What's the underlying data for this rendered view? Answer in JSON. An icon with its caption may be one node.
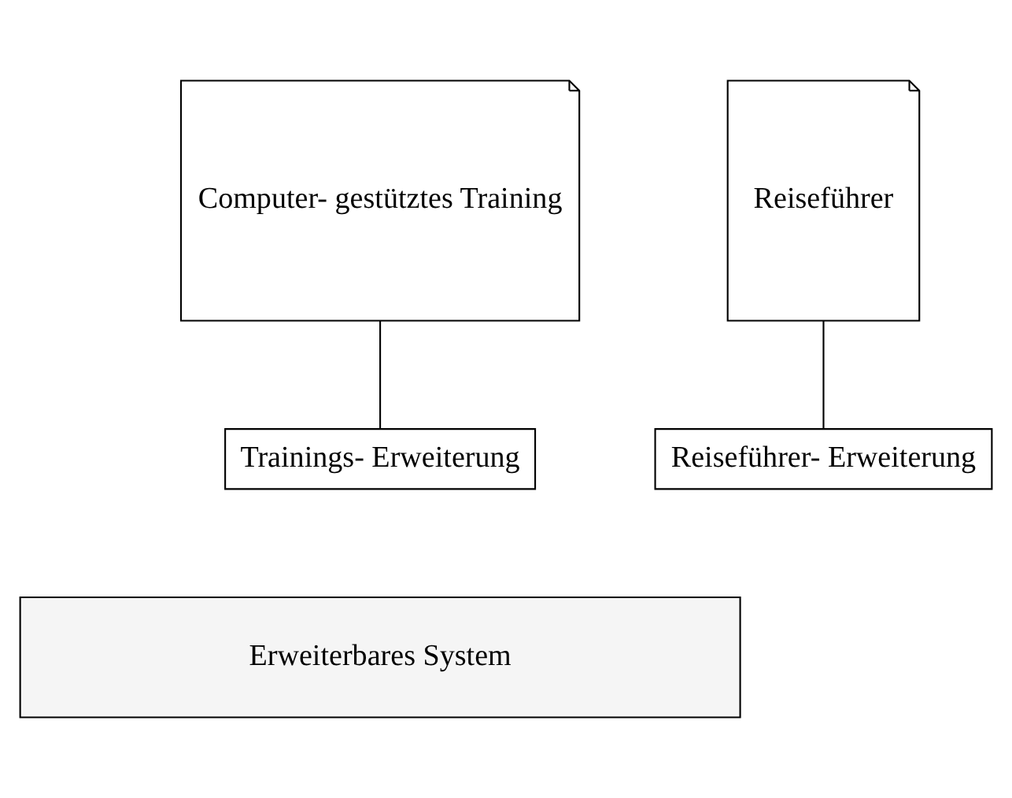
{
  "diagram": {
    "nodes": [
      {
        "text": [
          "Computer- gestütztes Training"
        ]
      },
      {
        "text": [
          "Reiseführer"
        ]
      },
      {
        "text": [
          "Trainings- Erweiterung"
        ]
      },
      {
        "text": [
          "Reiseführer- Erweiterung"
        ]
      },
      {
        "text": [
          "Erweiterbares System"
        ]
      }
    ],
    "edges": [
      {
        "from": 0,
        "to": 2,
        "arrow": "none"
      },
      {
        "from": 1,
        "to": 3,
        "arrow": "none"
      }
    ]
  }
}
